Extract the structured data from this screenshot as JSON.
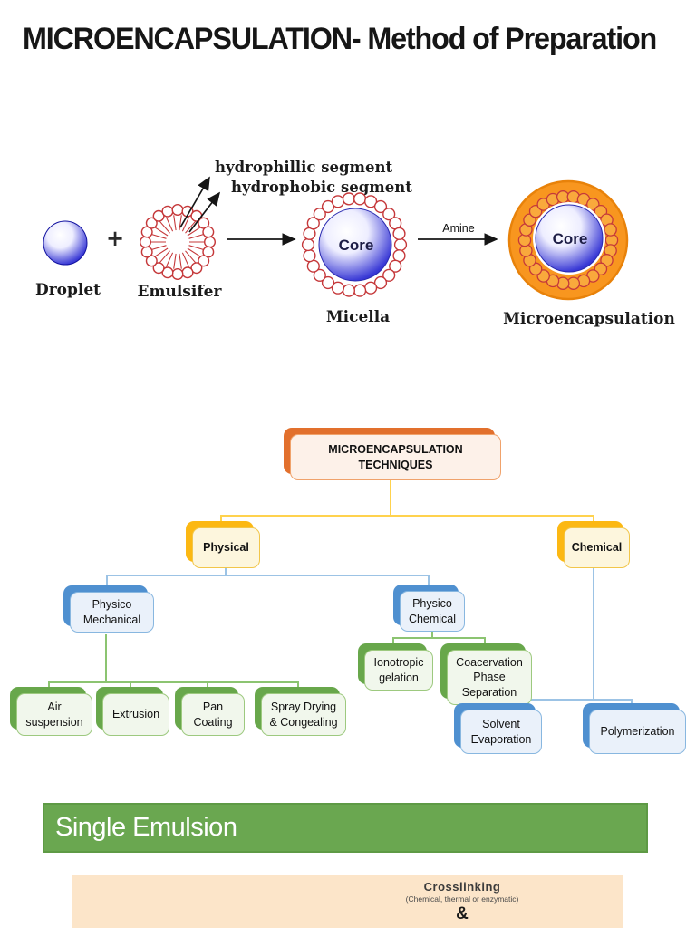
{
  "title": "MICROENCAPSULATION- Method of Preparation",
  "process_diagram": {
    "droplet_label": "Droplet",
    "plus_sign": "+",
    "emulsifier_label": "Emulsifer",
    "hydrophilic_label": "hydrophillic segment",
    "hydrophobic_label": "hydrophobic segment",
    "micella_label": "Micella",
    "micella_core_label": "Core",
    "amine_label": "Amine",
    "micro_core_label": "Core",
    "microencapsulation_label": "Microencapsulation"
  },
  "flowchart": {
    "root_label": "MICROENCAPSULATION\nTECHNIQUES",
    "physical": "Physical",
    "chemical": "Chemical",
    "physico_mechanical": "Physico\nMechanical",
    "physico_chemical": "Physico\nChemical",
    "ionotropic_gelation": "Ionotropic\ngelation",
    "coacervation": "Coacervation\nPhase\nSeparation",
    "air_suspension": "Air\nsuspension",
    "extrusion": "Extrusion",
    "pan_coating": "Pan\nCoating",
    "spray_drying": "Spray Drying\n& Congealing",
    "solvent_evaporation": "Solvent\nEvaporation",
    "polymerization": "Polymerization"
  },
  "colors": {
    "root_accent": "#e2702d",
    "gold_accent": "#fcb813",
    "blue_accent": "#4f90d0",
    "green_accent": "#68a74b",
    "banner_green": "#6aa750",
    "capsule_orange": "#f8961f",
    "core_blue": "#1414b4",
    "figure_red": "#c5383a",
    "peach_panel": "#fce5c9"
  },
  "section_banner": {
    "label": "Single Emulsion"
  },
  "bottom_panel": {
    "crosslinking_title": "Crosslinking",
    "crosslinking_subtitle": "(Chemical, thermal or enzymatic)",
    "ampersand": "&"
  }
}
